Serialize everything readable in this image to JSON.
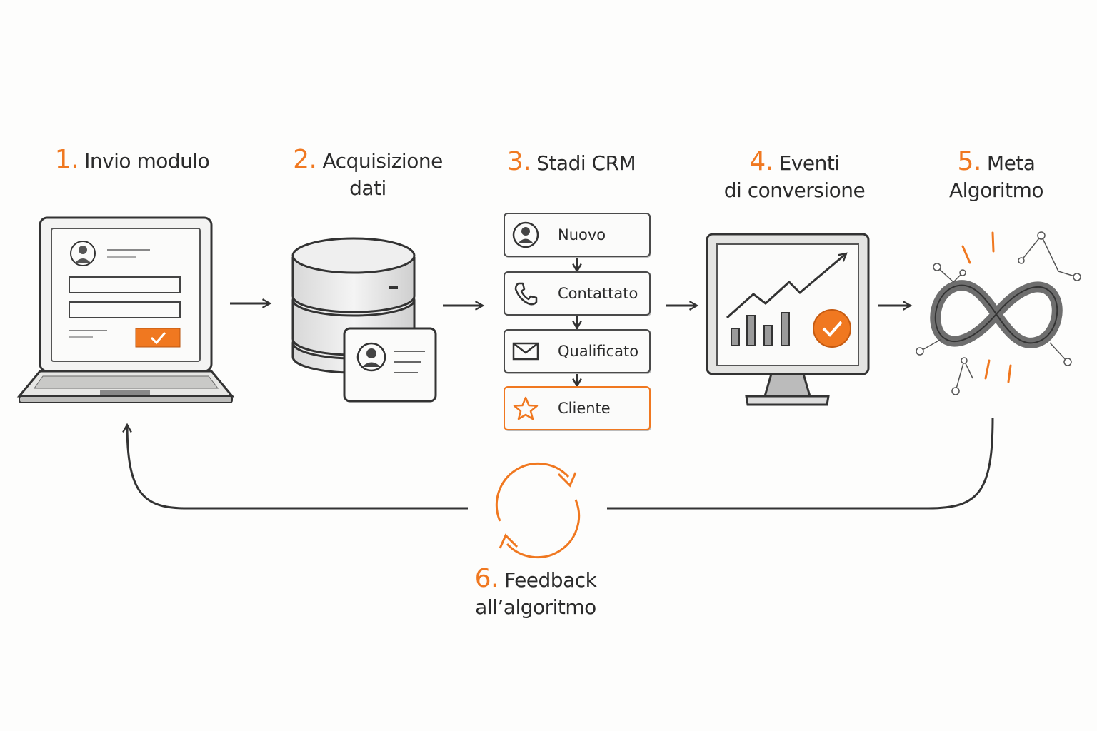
{
  "steps": [
    {
      "number": "1.",
      "title_lines": [
        "Invio modulo"
      ]
    },
    {
      "number": "2.",
      "title_lines": [
        "Acquisizione",
        "dati"
      ]
    },
    {
      "number": "3.",
      "title_lines": [
        "Stadi CRM"
      ]
    },
    {
      "number": "4.",
      "title_lines": [
        "Eventi",
        "di conversione"
      ]
    },
    {
      "number": "5.",
      "title_lines": [
        "Meta",
        "Algoritmo"
      ]
    },
    {
      "number": "6.",
      "title_lines": [
        "Feedback",
        "all’algoritmo"
      ]
    }
  ],
  "crm_stages": [
    {
      "label": "Nuovo",
      "icon": "user-icon"
    },
    {
      "label": "Contattato",
      "icon": "phone-icon"
    },
    {
      "label": "Qualificato",
      "icon": "envelope-icon"
    },
    {
      "label": "Cliente",
      "icon": "star-icon",
      "highlight": true
    }
  ],
  "colors": {
    "accent": "#f07820",
    "ink": "#2b2b2b",
    "background": "#fdfdfc"
  }
}
